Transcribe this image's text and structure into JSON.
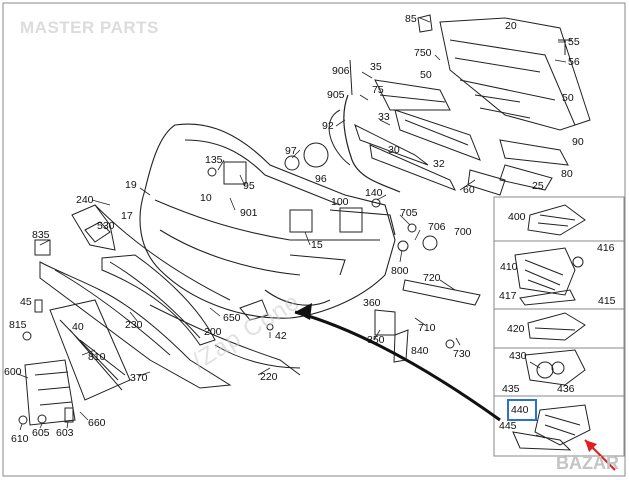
{
  "watermarks": {
    "brand": "MASTER PARTS",
    "overlay": "/Zap Cone",
    "corner": "BAZAR"
  },
  "colors": {
    "line": "#222222",
    "highlight_box": "#2a6fd6",
    "pointer_arrow": "#e02020",
    "panel_border": "#888888"
  },
  "part_numbers": {
    "p85": "85",
    "p20": "20",
    "p55": "55",
    "p56": "56",
    "p750": "750",
    "p906": "906",
    "p35": "35",
    "p50": "50",
    "p905": "905",
    "p75": "75",
    "p92": "92",
    "p33": "33",
    "p90": "90",
    "p97": "97",
    "p135": "135",
    "p30": "30",
    "p32": "32",
    "p96": "96",
    "p95": "95",
    "p80": "80",
    "p25": "25",
    "p19": "19",
    "p10": "10",
    "p140": "140",
    "p60": "60",
    "p240": "240",
    "p901": "901",
    "p100": "100",
    "p400": "400",
    "p530": "530",
    "p17": "17",
    "p705": "705",
    "p835": "835",
    "p15": "15",
    "p706": "706",
    "p700": "700",
    "p416": "416",
    "p410": "410",
    "p800": "800",
    "p720": "720",
    "p45": "45",
    "p417": "417",
    "p415": "415",
    "p650": "650",
    "p360": "360",
    "p815": "815",
    "p40": "40",
    "p200": "200",
    "p230": "230",
    "p42": "42",
    "p710": "710",
    "p420": "420",
    "p350": "350",
    "p840": "840",
    "p730": "730",
    "p810": "810",
    "p430": "430",
    "p600": "600",
    "p370": "370",
    "p220": "220",
    "p435": "435",
    "p436": "436",
    "p440": "440",
    "p660": "660",
    "p445": "445",
    "p610": "610",
    "p605": "605",
    "p603": "603"
  }
}
